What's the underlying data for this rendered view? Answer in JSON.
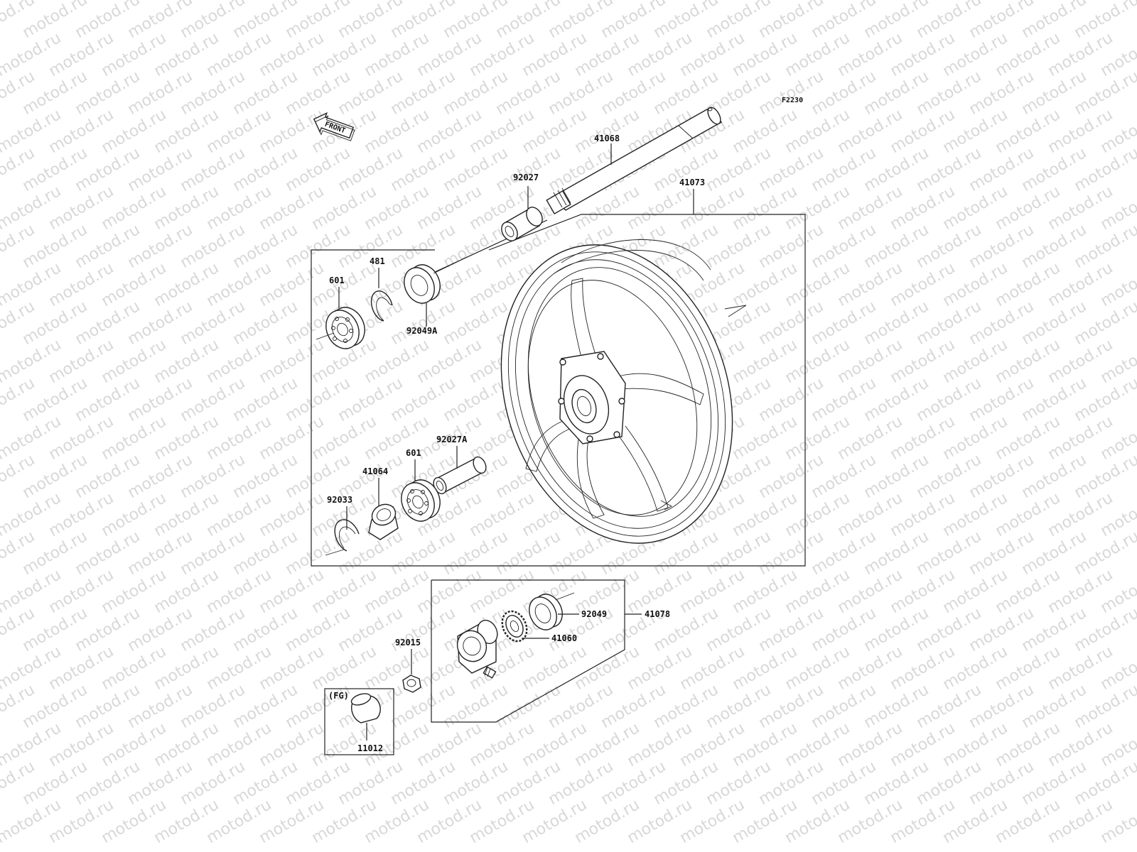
{
  "watermark": "motod.ru",
  "figure_code": "F2230",
  "direction_label": "FRONT",
  "fg_label": "(FG)",
  "part_numbers": {
    "axle": "41068",
    "collar_top": "92027",
    "wheel": "41073",
    "circlip": "481",
    "bearing_left": "601",
    "oil_seal_left": "92049A",
    "collar_inner": "92027A",
    "bearing_right": "601",
    "bearing_cover": "41064",
    "snap_ring": "92033",
    "nut": "92015",
    "cap": "11012",
    "seal_gear": "92049",
    "speedo_assy": "41078",
    "speedo_gear": "41060"
  }
}
